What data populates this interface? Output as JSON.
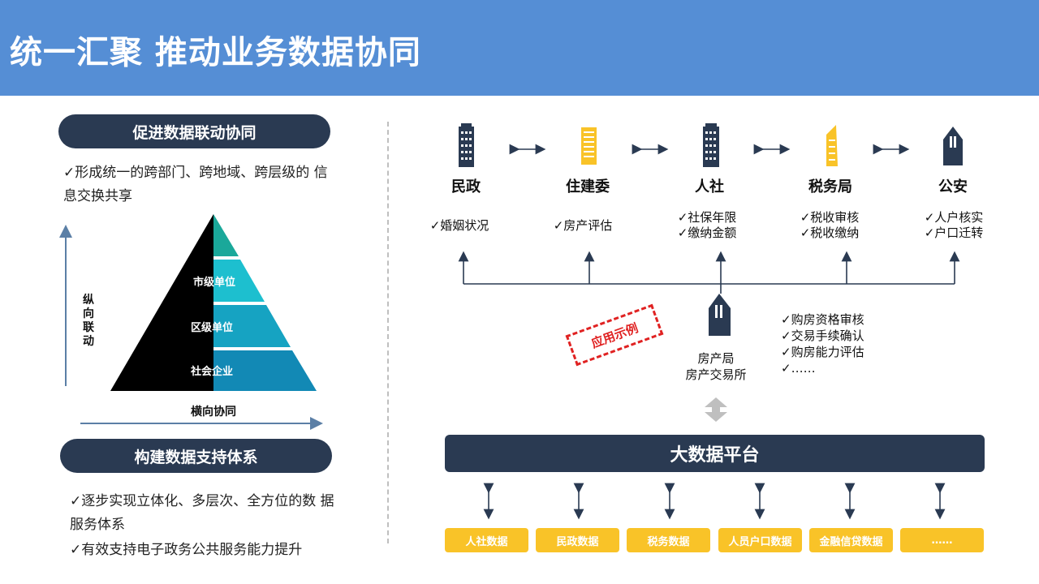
{
  "title": "统一汇聚 推动业务数据协同",
  "left": {
    "section1_title": "促进数据联动协同",
    "section1_bullet": "✓形成统一的跨部门、跨地域、跨层级的 信息交换共享",
    "pyramid": {
      "levels": [
        "市级单位",
        "区级单位",
        "社会企业"
      ],
      "vertical_axis": "纵向联动",
      "horizontal_axis": "横向协同"
    },
    "section2_title": "构建数据支持体系",
    "section2_bullets": [
      "✓逐步实现立体化、多层次、全方位的数 据服务体系",
      "✓有效支持电子政务公共服务能力提升"
    ]
  },
  "agencies": [
    {
      "name": "民政",
      "items": "✓婚姻状况"
    },
    {
      "name": "住建委",
      "items": "✓房产评估"
    },
    {
      "name": "人社",
      "items": "✓社保年限\n✓缴纳金额"
    },
    {
      "name": "税务局",
      "items": "✓税收审核\n✓税收缴纳"
    },
    {
      "name": "公安",
      "items": "✓人户核实\n✓户口迁转"
    }
  ],
  "stamp": "应用示例",
  "center": {
    "label": "房产局\n房产交易所",
    "items": "✓购房资格审核\n✓交易手续确认\n✓购房能力评估\n✓……"
  },
  "platform": "大数据平台",
  "data_sources": [
    "人社数据",
    "民政数据",
    "税务数据",
    "人员户口数据",
    "金融信贷数据",
    "……"
  ],
  "colors": {
    "header": "#558ed5",
    "navy": "#2a3a52",
    "gold": "#f9c328",
    "teal1": "#1aa89a",
    "teal2": "#1dbfcf",
    "teal3": "#16a3c2",
    "teal4": "#1289b5",
    "stamp": "#e02222"
  }
}
